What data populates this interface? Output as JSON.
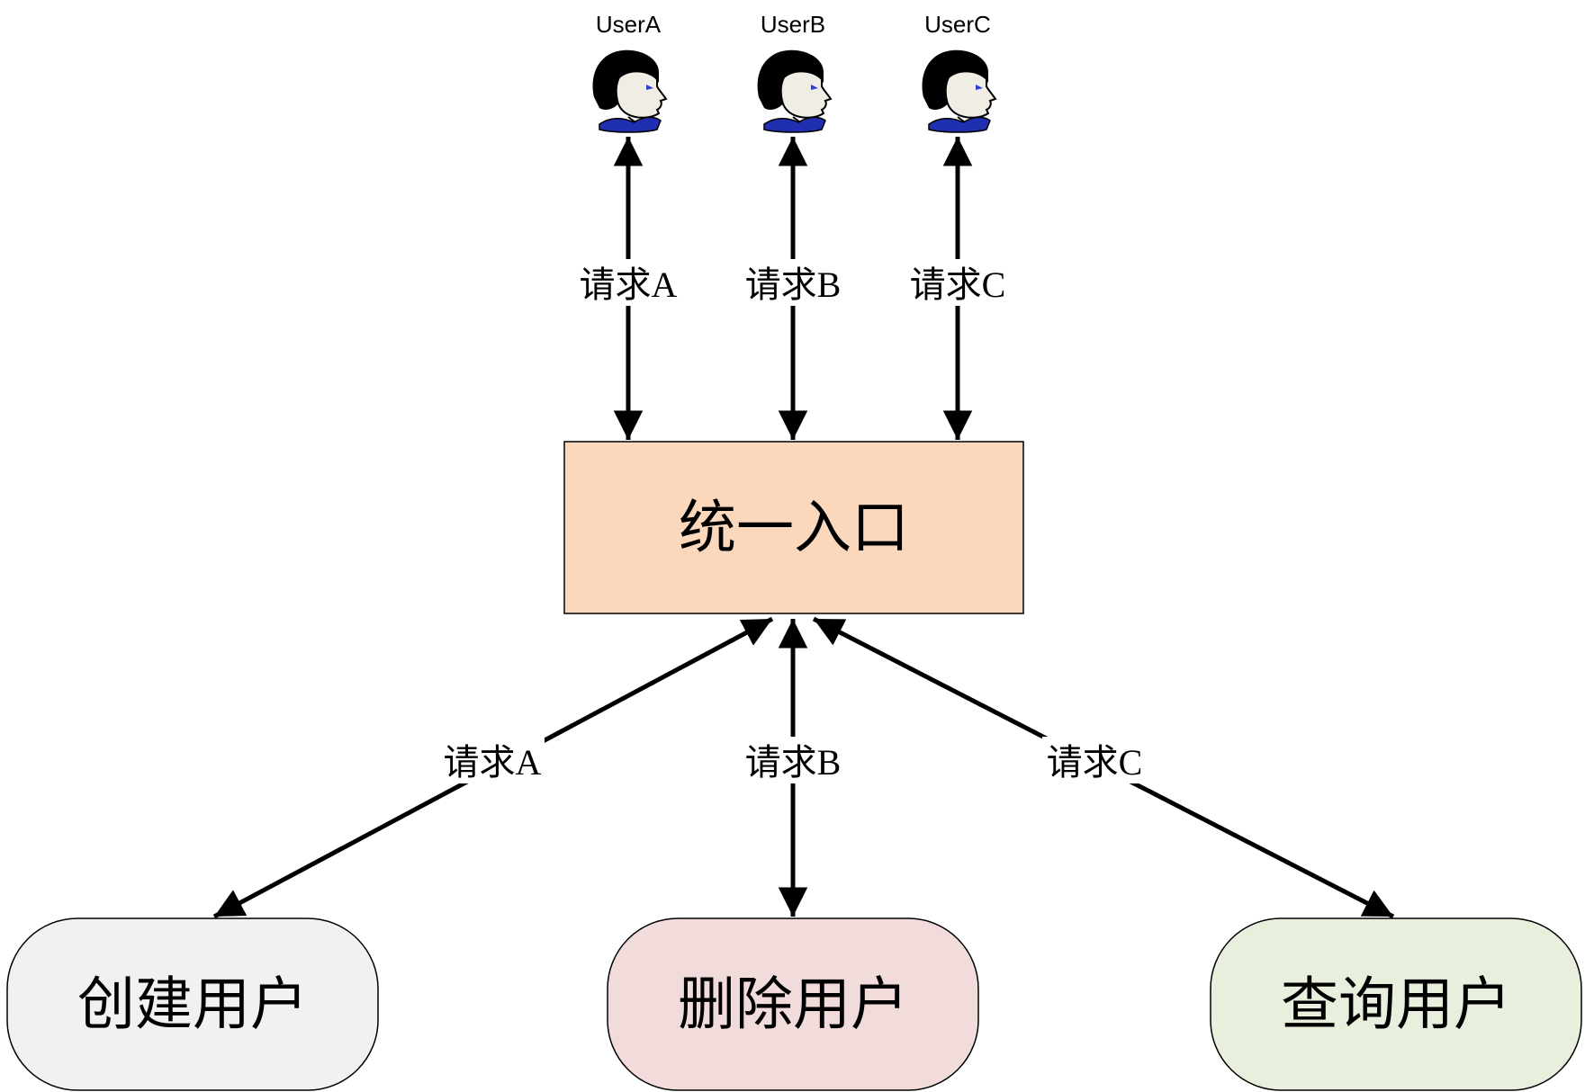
{
  "users": [
    {
      "label": "UserA",
      "icon": "user-head-icon"
    },
    {
      "label": "UserB",
      "icon": "user-head-icon"
    },
    {
      "label": "UserC",
      "icon": "user-head-icon"
    }
  ],
  "gateway": {
    "label": "统一入口",
    "fill": "#fbd7bc"
  },
  "services": [
    {
      "label": "创建用户",
      "fill": "#f1f1f1"
    },
    {
      "label": "删除用户",
      "fill": "#f1dcdb"
    },
    {
      "label": "查询用户",
      "fill": "#e8f0dd"
    }
  ],
  "user_edges": [
    {
      "label": "请求A"
    },
    {
      "label": "请求B"
    },
    {
      "label": "请求C"
    }
  ],
  "service_edges": [
    {
      "label": "请求A"
    },
    {
      "label": "请求B"
    },
    {
      "label": "请求C"
    }
  ],
  "colors": {
    "line": "#000000",
    "icon_hair": "#000000",
    "icon_face": "#f0ede4",
    "icon_collar": "#1f2fb0",
    "icon_eye": "#2d3fd6"
  }
}
